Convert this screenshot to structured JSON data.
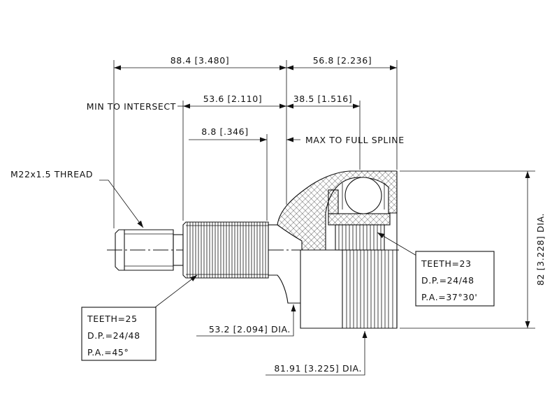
{
  "dimensions": {
    "shaft_to_intersect": "88.4 [3.480]",
    "intersect_to_housing_end": "56.8 [2.236]",
    "min_to_intersect_label": "MIN TO INTERSECT",
    "spline_start_to_intersect": "53.6 [2.110]",
    "intersect_to_ball_center": "38.5 [1.516]",
    "full_spline_offset": "8.8 [.346]",
    "max_to_full_spline_label": "MAX TO FULL SPLINE",
    "thread_spec": "M22x1.5 THREAD",
    "housing_outer_dia": "82 [3.228] DIA.",
    "seal_seat_dia": "53.2 [2.094] DIA.",
    "housing_body_dia": "81.91 [3.225] DIA."
  },
  "inner_spline": {
    "teeth": "TEETH=23",
    "dp": "D.P.=24/48",
    "pa": "P.A.=37°30'"
  },
  "outer_spline": {
    "teeth": "TEETH=25",
    "dp": "D.P.=24/48",
    "pa": "P.A.=45°"
  }
}
